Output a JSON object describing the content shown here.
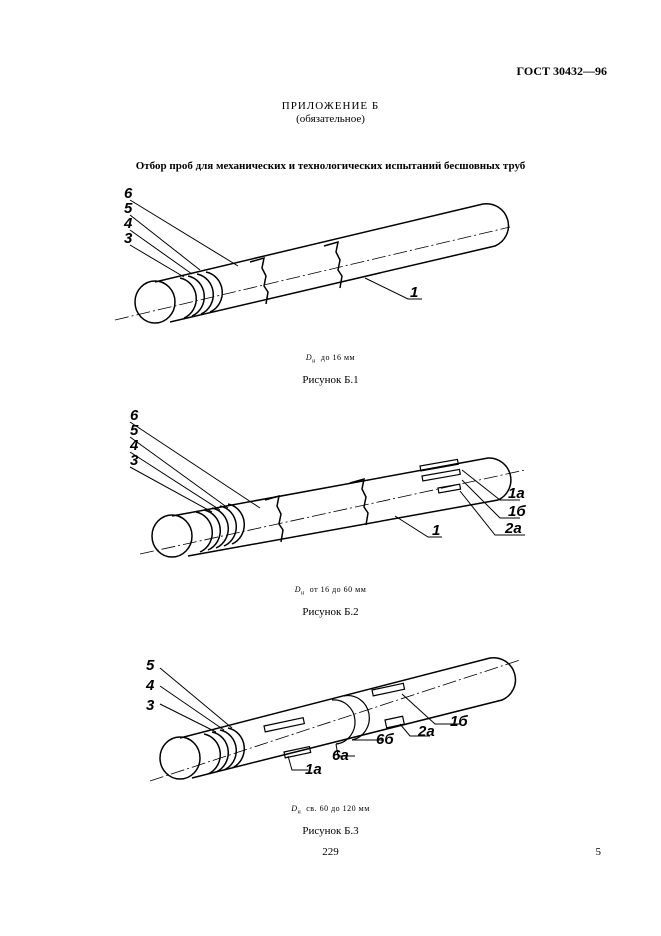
{
  "header": {
    "standard_code": "ГОСТ 30432—96"
  },
  "appendix": {
    "title": "ПРИЛОЖЕНИЕ Б",
    "subtitle": "(обязательное)"
  },
  "section_title": "Отбор проб для механических и технологических испытаний бесшовных труб",
  "figures": [
    {
      "labels": [
        "6",
        "5",
        "4",
        "3",
        "1"
      ],
      "dim_symbol": "D",
      "dim_subscript": "н",
      "dim_range": "до 16 мм",
      "caption": "Рисунок Б.1"
    },
    {
      "labels": [
        "6",
        "5",
        "4",
        "3",
        "1",
        "1а",
        "1б",
        "2а"
      ],
      "dim_symbol": "D",
      "dim_subscript": "н",
      "dim_range": "от 16 до 60 мм",
      "caption": "Рисунок Б.2"
    },
    {
      "labels": [
        "5",
        "4",
        "3",
        "1а",
        "6а",
        "6б",
        "2а",
        "1б"
      ],
      "dim_symbol": "D",
      "dim_subscript": "н",
      "dim_range": "св. 60 до 120 мм",
      "caption": "Рисунок Б.3"
    }
  ],
  "footer": {
    "page_number": "229",
    "sheet_number": "5"
  }
}
